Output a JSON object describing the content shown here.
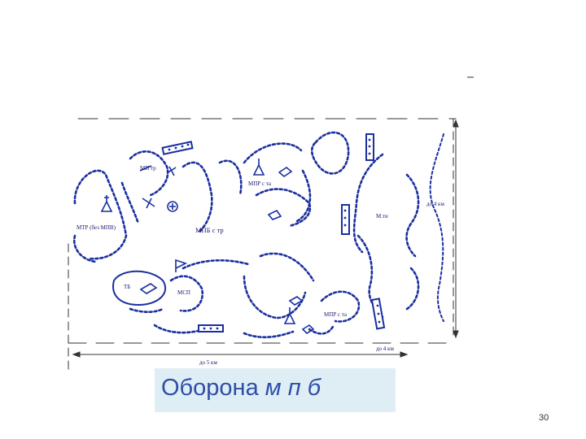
{
  "diagram": {
    "labels": {
      "mp_tr": "МП тр",
      "mtr_bez_mpv": "МТР (без МПВ)",
      "mpb_s_tr": "МПБ с тр",
      "mspr_top": "МПР с та",
      "m_r": "М.ти",
      "do_km": "до 4 км",
      "tb": "ТБ",
      "msp": "МСП",
      "mspr_bottom": "МПР с та",
      "do_km_bottom": "до 4 км",
      "do_5km": "до 5 км"
    }
  },
  "caption": {
    "regular": "Оборона ",
    "italic": "м п б"
  },
  "page_number": "30",
  "colors": {
    "primary": "#1a2fa0",
    "caption_bg": "#dfeef5",
    "caption_text": "#2e4ea8"
  }
}
